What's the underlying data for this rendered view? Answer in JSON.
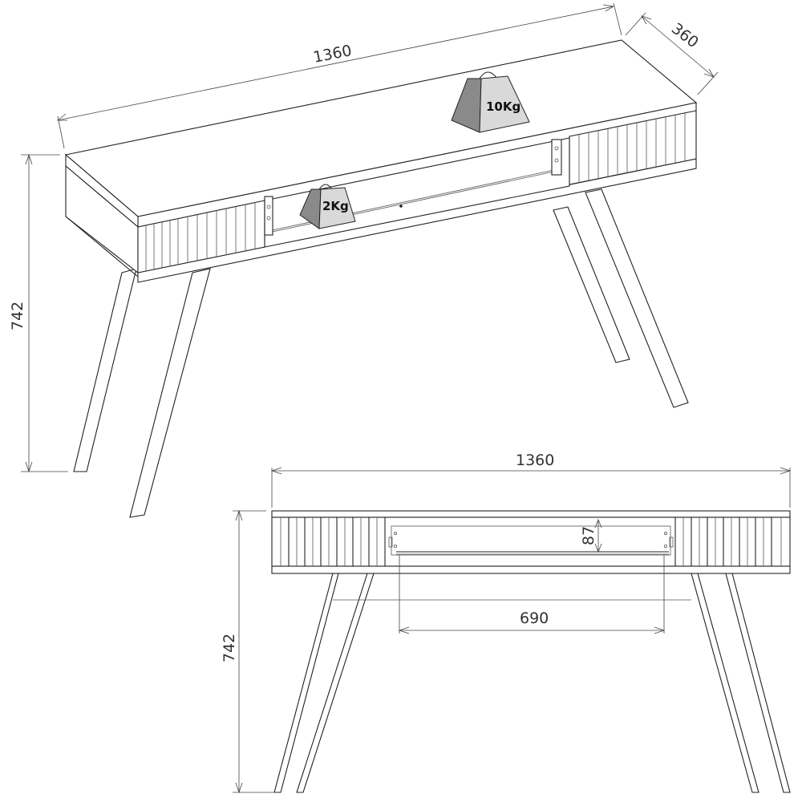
{
  "figure": {
    "type": "technical furniture drawing",
    "subject": "console table with slatted side panels, central drawer and angled legs"
  },
  "isometric_view": {
    "width_label": "1360",
    "depth_label": "360",
    "height_label": "742",
    "load_tags": [
      {
        "label": "10Kg",
        "position": "tabletop"
      },
      {
        "label": "2Kg",
        "position": "drawer"
      }
    ]
  },
  "front_view": {
    "width_label": "1360",
    "drawer_height_label": "87",
    "drawer_width_label": "690",
    "height_label": "742"
  },
  "colors": {
    "line": "#222222",
    "weight_dark": "#8a8a8a",
    "weight_light": "#d9d9d9",
    "background": "#ffffff"
  }
}
